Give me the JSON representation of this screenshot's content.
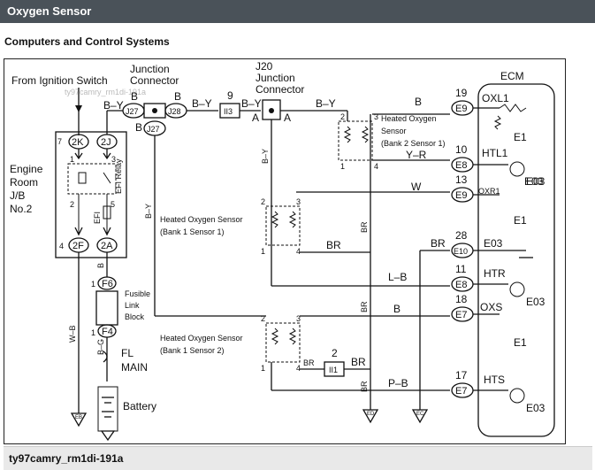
{
  "header": {
    "title": "Oxygen Sensor"
  },
  "section": {
    "title": "Computers and Control Systems"
  },
  "caption": {
    "text": "ty97camry_rm1di-191a"
  },
  "diagram": {
    "watermark": "ty97camry_rm1di-191a",
    "from_ignition": "From Ignition Switch",
    "junction_connector": [
      "Junction",
      "Connector"
    ],
    "j20": [
      "J20",
      "Junction",
      "Connector"
    ],
    "ecm": "ECM",
    "engine_room": [
      "Engine",
      "Room",
      "J/B",
      "No.2"
    ],
    "efi": "EFI",
    "efi_relay": "EFI Relay",
    "fusible_link": [
      "Fusible",
      "Link",
      "Block"
    ],
    "fl_main": [
      "FL",
      "MAIN"
    ],
    "battery": "Battery",
    "hos_b2s1": [
      "Heated Oxygen",
      "Sensor",
      "(Bank 2 Sensor 1)"
    ],
    "hos_b1s1": [
      "Heated Oxygen Sensor",
      "(Bank 1 Sensor 1)"
    ],
    "hos_b1s2": [
      "Heated Oxygen Sensor",
      "(Bank 1 Sensor 2)"
    ],
    "connectors": {
      "j27": "J27",
      "j28": "J28",
      "i13": "II3",
      "i11": "II1",
      "k2": "2K",
      "j2": "2J",
      "f2": "2F",
      "a2": "2A",
      "f6": "F6",
      "f4": "F4",
      "e9a": "E9",
      "e8a": "E8",
      "e9b": "E9",
      "e10": "E10",
      "e8b": "E8",
      "e7a": "E7",
      "e7b": "E7"
    },
    "grounds": {
      "eb": "EB",
      "ed": "ED",
      "ec": "EC"
    },
    "pins": {
      "ecm": [
        "19",
        "10",
        "13",
        "28",
        "11",
        "18",
        "17"
      ],
      "j20_a": "A",
      "j20_num": "9",
      "relay_pins": [
        "7",
        "1",
        "3",
        "2",
        "5",
        "4"
      ],
      "sensor_pins": [
        "2",
        "3",
        "1",
        "4"
      ],
      "i11_num": "2",
      "fuse_pins": [
        "1",
        "1"
      ]
    },
    "ecm_terminals": [
      "OXL1",
      "HTL1",
      "OXR1",
      "E03",
      "HTR",
      "OXS",
      "HTS"
    ],
    "ecm_grounds": [
      "E1",
      "E03",
      "E1",
      "E03",
      "E1",
      "E03"
    ],
    "wire_colors": {
      "by": "B–Y",
      "b": "B",
      "yr": "Y–R",
      "w": "W",
      "br": "BR",
      "lb": "L–B",
      "pb": "P–B",
      "wb": "W–B",
      "bg": "B–G"
    }
  }
}
